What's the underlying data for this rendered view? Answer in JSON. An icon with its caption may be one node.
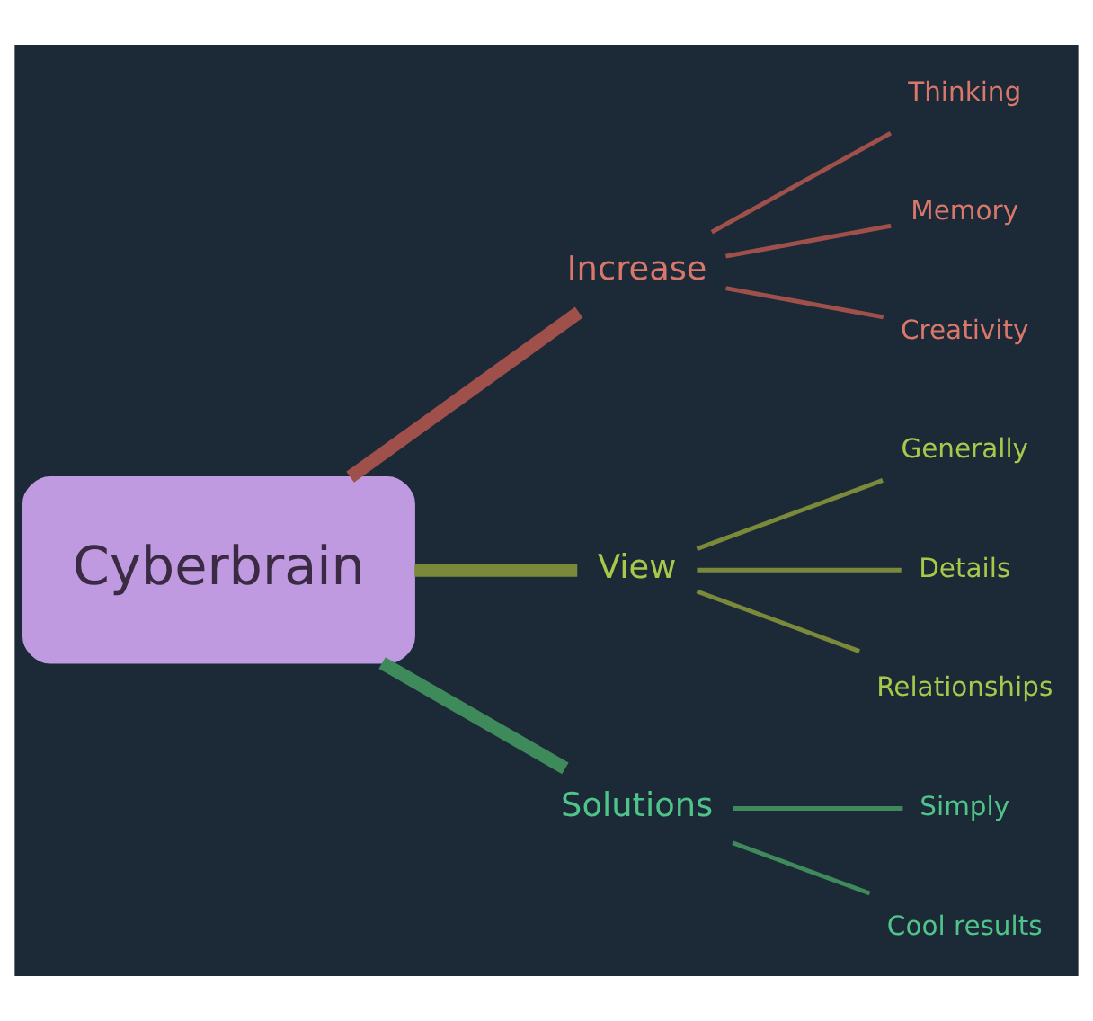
{
  "diagram": {
    "nodes": [
      {
        "text": [
          "Cyberbrain"
        ]
      },
      {
        "text": [
          "Increase"
        ]
      },
      {
        "text": [
          "Thinking"
        ]
      },
      {
        "text": [
          "Memory"
        ]
      },
      {
        "text": [
          "Creativity"
        ]
      },
      {
        "text": [
          "View"
        ]
      },
      {
        "text": [
          "Generally"
        ]
      },
      {
        "text": [
          "Details"
        ]
      },
      {
        "text": [
          "Relationships"
        ]
      },
      {
        "text": [
          "Solutions"
        ]
      },
      {
        "text": [
          "Simply"
        ]
      },
      {
        "text": [
          "Cool results"
        ]
      }
    ],
    "edges": [
      {
        "from": 0,
        "to": 1,
        "arrow": "none",
        "style": "thick",
        "color": "#a0504a"
      },
      {
        "from": 1,
        "to": 2,
        "arrow": "none",
        "color": "#a0504a"
      },
      {
        "from": 1,
        "to": 3,
        "arrow": "none",
        "color": "#a0504a"
      },
      {
        "from": 1,
        "to": 4,
        "arrow": "none",
        "color": "#a0504a"
      },
      {
        "from": 0,
        "to": 5,
        "arrow": "none",
        "style": "thick",
        "color": "#7a8a3a"
      },
      {
        "from": 5,
        "to": 6,
        "arrow": "none",
        "color": "#7a8a3a"
      },
      {
        "from": 5,
        "to": 7,
        "arrow": "none",
        "color": "#7a8a3a"
      },
      {
        "from": 5,
        "to": 8,
        "arrow": "none",
        "color": "#7a8a3a"
      },
      {
        "from": 0,
        "to": 9,
        "arrow": "none",
        "style": "thick",
        "color": "#3f8a5a"
      },
      {
        "from": 9,
        "to": 10,
        "arrow": "none",
        "color": "#3f8a5a"
      },
      {
        "from": 9,
        "to": 11,
        "arrow": "none",
        "color": "#3f8a5a"
      }
    ]
  }
}
